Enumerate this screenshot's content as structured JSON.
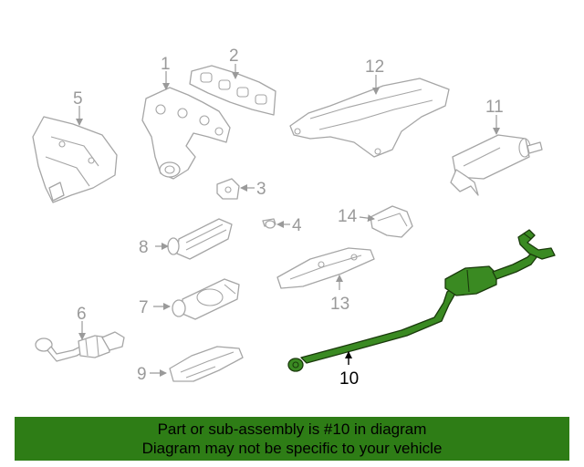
{
  "callouts": {
    "c1": "1",
    "c2": "2",
    "c3": "3",
    "c4": "4",
    "c5": "5",
    "c6": "6",
    "c7": "7",
    "c8": "8",
    "c9": "9",
    "c10": "10",
    "c11": "11",
    "c12": "12",
    "c13": "13",
    "c14": "14"
  },
  "highlighted_part": "10",
  "banner": {
    "line1": "Part or sub-assembly is #10 in diagram",
    "line2": "Diagram may not be specific to your vehicle"
  },
  "colors": {
    "highlight": "#3a8a22",
    "banner": "#2e7d16",
    "outline": "#a6a6a6"
  }
}
